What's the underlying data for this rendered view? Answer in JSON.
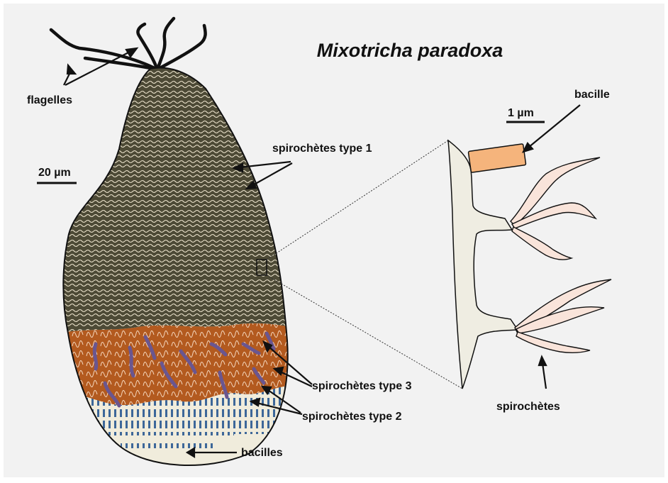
{
  "title": "Mixotricha paradoxa",
  "labels": {
    "flagella": "flagelles",
    "scale_cell": "20 µm",
    "scale_inset": "1 µm",
    "bacillus": "bacille",
    "spiro_type1": "spirochètes type 1",
    "spiro_type3": "spirochètes type 3",
    "spiro_type2": "spirochètes type 2",
    "bacilli": "bacilles",
    "spirochetes": "spirochètes"
  },
  "colors": {
    "background": "#f2f2f2",
    "cell_fill": "#f0ecdc",
    "type1": "#4d4a36",
    "type1_line": "#efe6cf",
    "type3": "#b35a1f",
    "type2": "#3d6799",
    "purple_rods": "#6a5690",
    "bacillus": "#f5b47c",
    "inset_membrane": "#efede2",
    "inset_spirochete": "#f9e4da"
  }
}
